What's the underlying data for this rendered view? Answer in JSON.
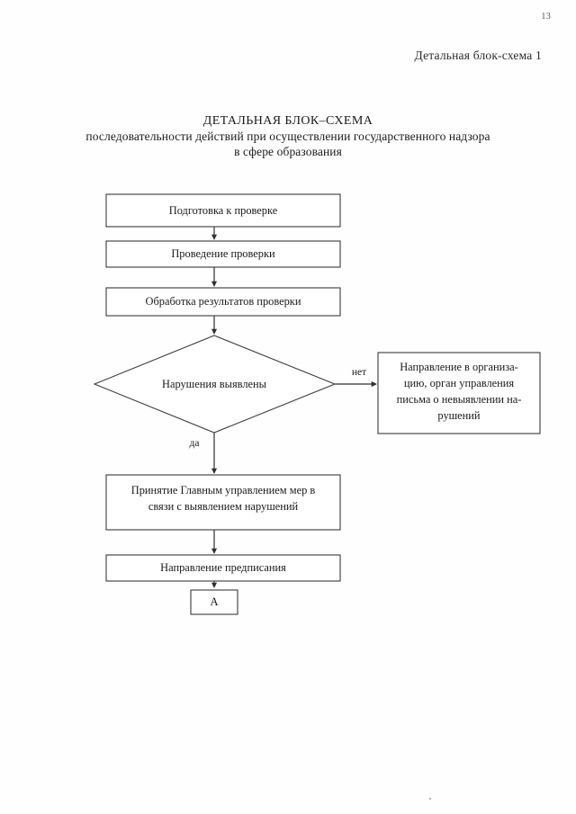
{
  "document": {
    "page_number": "13",
    "corner_label": "Детальная блок-схема 1",
    "title_main": "ДЕТАЛЬНАЯ БЛОК–СХЕМА",
    "title_line2": "последовательности действий при осуществлении государственного надзора",
    "title_line3": "в сфере образования"
  },
  "flowchart": {
    "type": "flowchart",
    "orientation": "top-to-bottom",
    "nodes": [
      {
        "id": "n1",
        "shape": "process",
        "label": "Подготовка к проверке"
      },
      {
        "id": "n2",
        "shape": "process",
        "label": "Проведение проверки"
      },
      {
        "id": "n3",
        "shape": "process",
        "label": "Обработка результатов проверки"
      },
      {
        "id": "n4",
        "shape": "decision",
        "label": "Нарушения выявлены"
      },
      {
        "id": "n5",
        "shape": "process",
        "label_line1": "Направление в организа-",
        "label_line2": "цию, орган управления",
        "label_line3": "письма о невыявлении  на-",
        "label_line4": "рушений"
      },
      {
        "id": "n6",
        "shape": "process",
        "label_line1": "Принятие Главным управлением мер в",
        "label_line2": "связи с выявлением нарушений"
      },
      {
        "id": "n7",
        "shape": "process",
        "label": "Направление предписания"
      },
      {
        "id": "n8",
        "shape": "terminator",
        "label": "А"
      }
    ],
    "edges": [
      {
        "from": "n1",
        "to": "n2",
        "label": ""
      },
      {
        "from": "n2",
        "to": "n3",
        "label": ""
      },
      {
        "from": "n3",
        "to": "n4",
        "label": ""
      },
      {
        "from": "n4",
        "to": "n5",
        "label": "нет"
      },
      {
        "from": "n4",
        "to": "n6",
        "label": "да"
      },
      {
        "from": "n6",
        "to": "n7",
        "label": ""
      },
      {
        "from": "n7",
        "to": "n8",
        "label": ""
      }
    ],
    "labels": {
      "no": "нет",
      "yes": "да"
    }
  },
  "colors": {
    "ink": "#1a1a1a",
    "stroke": "#3b3b3b",
    "page": "#fefefe"
  }
}
